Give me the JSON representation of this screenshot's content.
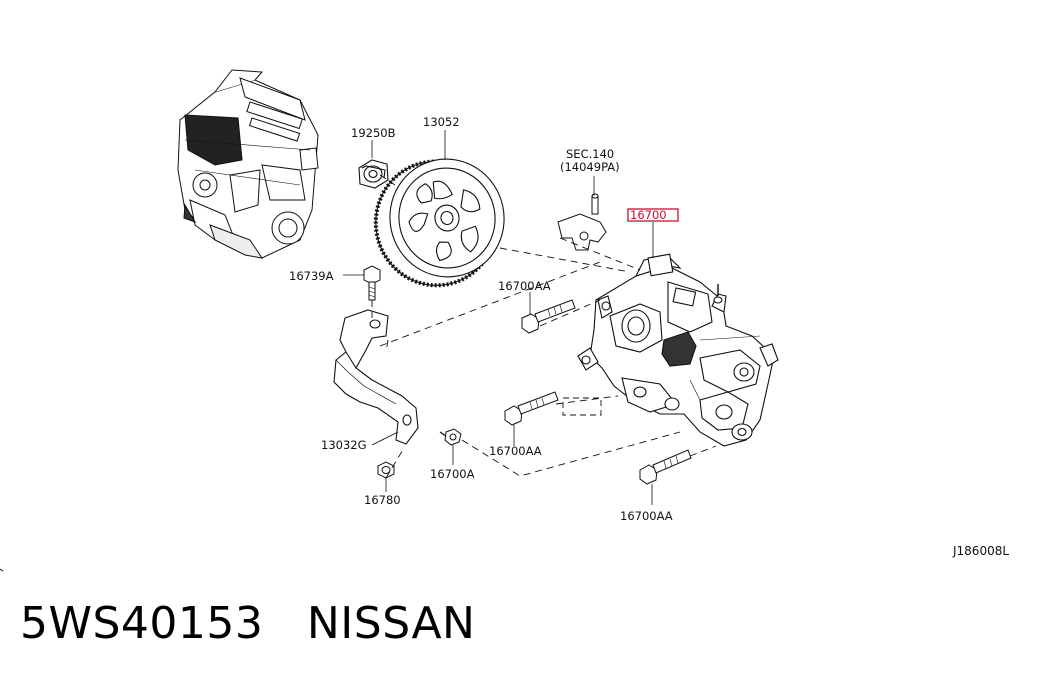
{
  "callouts": {
    "engine": "",
    "nut": "19250B",
    "sprocket": "13052",
    "sec_ref": "SEC.140",
    "sec_sub": "(14049PA)",
    "pump_highlight": "16700",
    "bolt_top": "16739A",
    "bolt_aa_upper": "16700AA",
    "bracket": "13032G",
    "bolt_aa_middle": "16700AA",
    "stud_a": "16700A",
    "nut_bottom": "16780",
    "bolt_aa_lower": "16700AA"
  },
  "diagram_code": "J186008L",
  "footer": {
    "part_number": "5WS40153",
    "brand": "NISSAN"
  },
  "colors": {
    "highlight": "#c8102e",
    "line": "#111111"
  }
}
